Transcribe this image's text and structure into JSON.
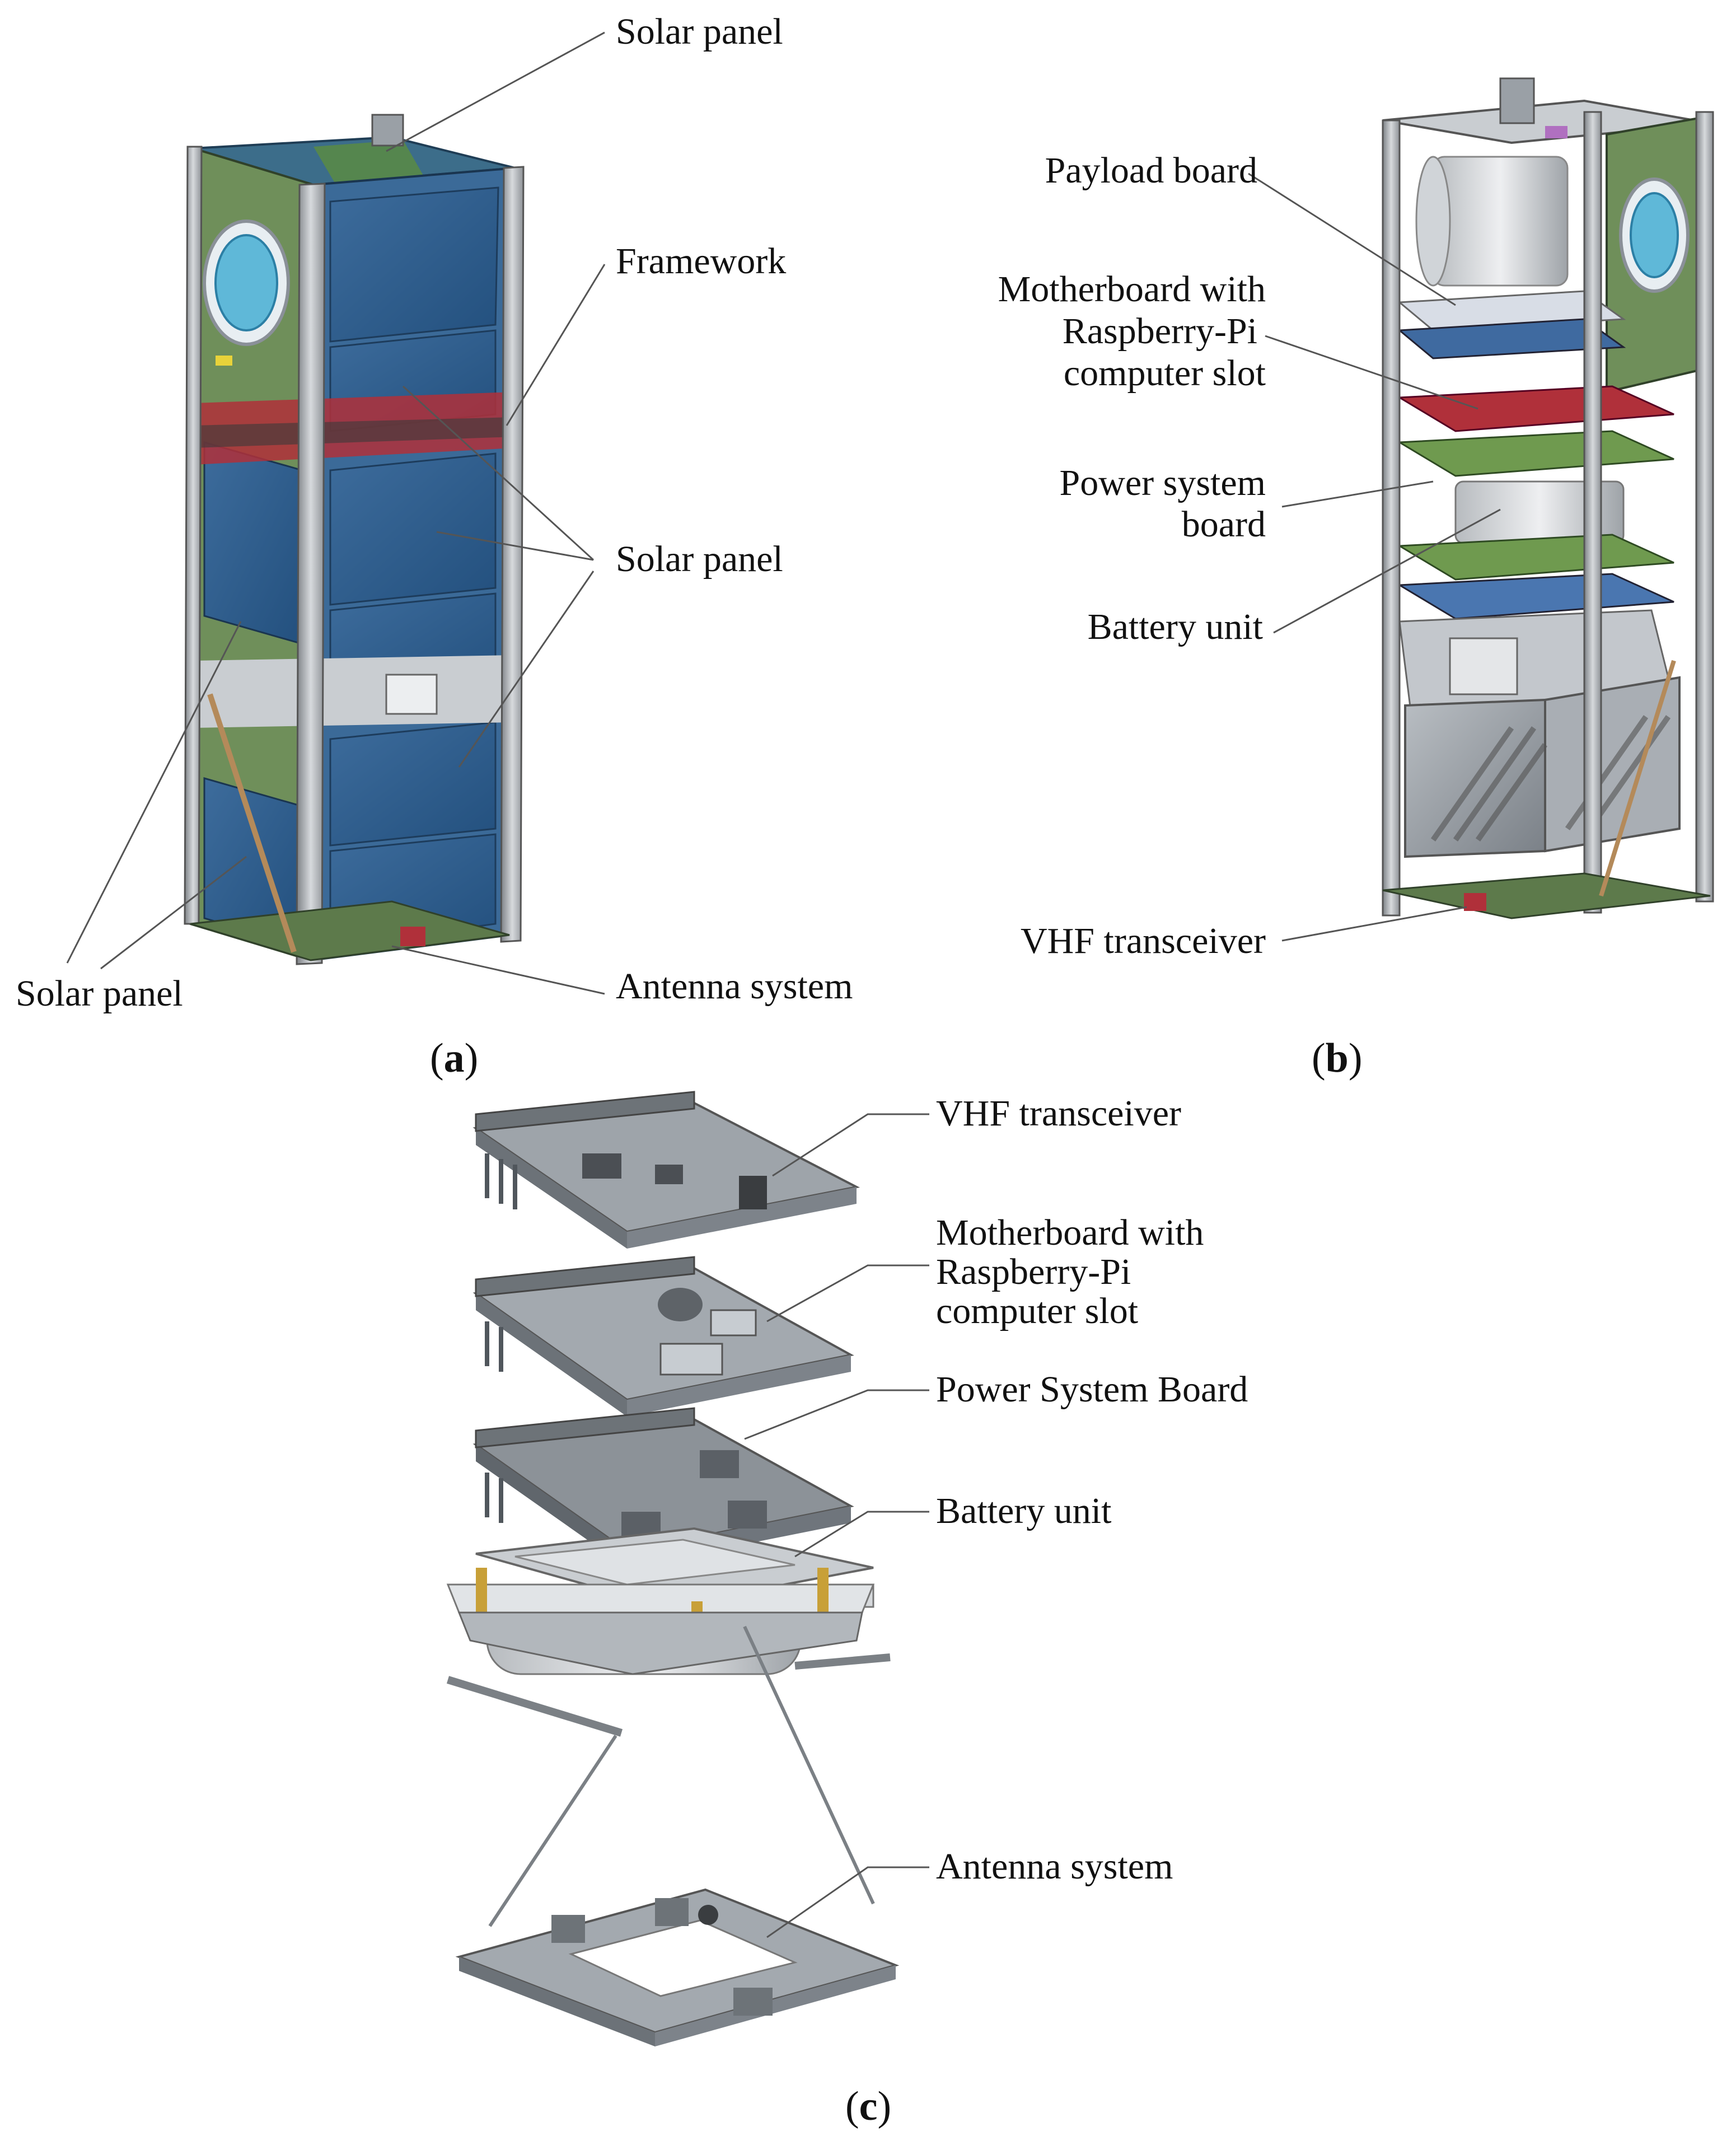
{
  "panels": {
    "a": {
      "caption": "a",
      "labels": {
        "solar_panel_top": "Solar panel",
        "framework": "Framework",
        "solar_panel_mid": "Solar panel",
        "solar_panel_left": "Solar panel",
        "antenna_system": "Antenna system"
      }
    },
    "b": {
      "caption": "b",
      "labels": {
        "payload_board": "Payload board",
        "motherboard": [
          "Motherboard with",
          "Raspberry-Pi",
          "computer slot"
        ],
        "power_system": [
          "Power system",
          "board"
        ],
        "battery_unit": "Battery unit",
        "vhf_transceiver": "VHF transceiver"
      }
    },
    "c": {
      "caption": "c",
      "labels": {
        "vhf_transceiver": "VHF transceiver",
        "motherboard": [
          "Motherboard with",
          "Raspberry-Pi",
          "computer slot"
        ],
        "power_system_board": "Power System Board",
        "battery_unit": "Battery unit",
        "antenna_system": "Antenna system"
      }
    }
  },
  "colors": {
    "solar_cell": "#2f5f8f",
    "pcb_green": "#6f8f5a",
    "pcb_red": "#b0303a",
    "frame_aluminium": "#a8acb0",
    "board_grey": "#8c9298",
    "lens": "#5fb8d8"
  }
}
